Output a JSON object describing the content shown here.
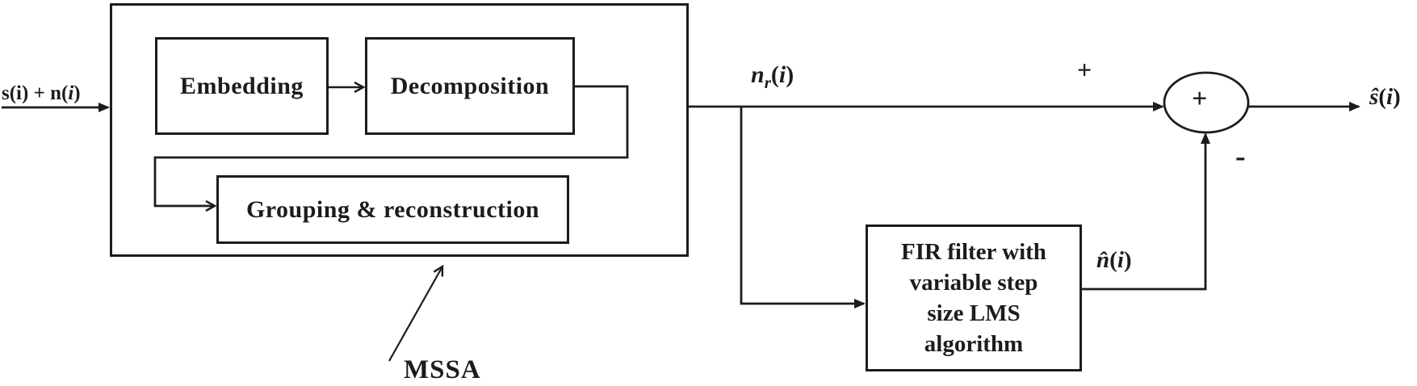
{
  "diagram": {
    "input_label": {
      "prefix": "s(i) + n(",
      "italic_i": "i",
      "close": ")"
    },
    "mssa_block": {
      "embedding_label": "Embedding",
      "decomposition_label": "Decomposition",
      "grouping_label": "Grouping & reconstruction",
      "annotation": "MSSA"
    },
    "fir_box": {
      "lines": [
        "FIR filter with",
        "variable step",
        "size LMS",
        "algorithm"
      ]
    },
    "signals": {
      "nr": {
        "base": "n",
        "sub": "r",
        "open": "(",
        "i": "i",
        "close": ")"
      },
      "nhat": {
        "hat": "n̂",
        "open": "(",
        "i": "i",
        "close": ")"
      },
      "shat": {
        "hat": "ŝ",
        "open": "(",
        "i": "i",
        "close": ")"
      }
    },
    "summing_junction": {
      "symbol": "+",
      "plus_sign": "+",
      "minus_sign": "-"
    },
    "colors": {
      "ink": "#1c1c1c",
      "background": "#ffffff"
    }
  }
}
